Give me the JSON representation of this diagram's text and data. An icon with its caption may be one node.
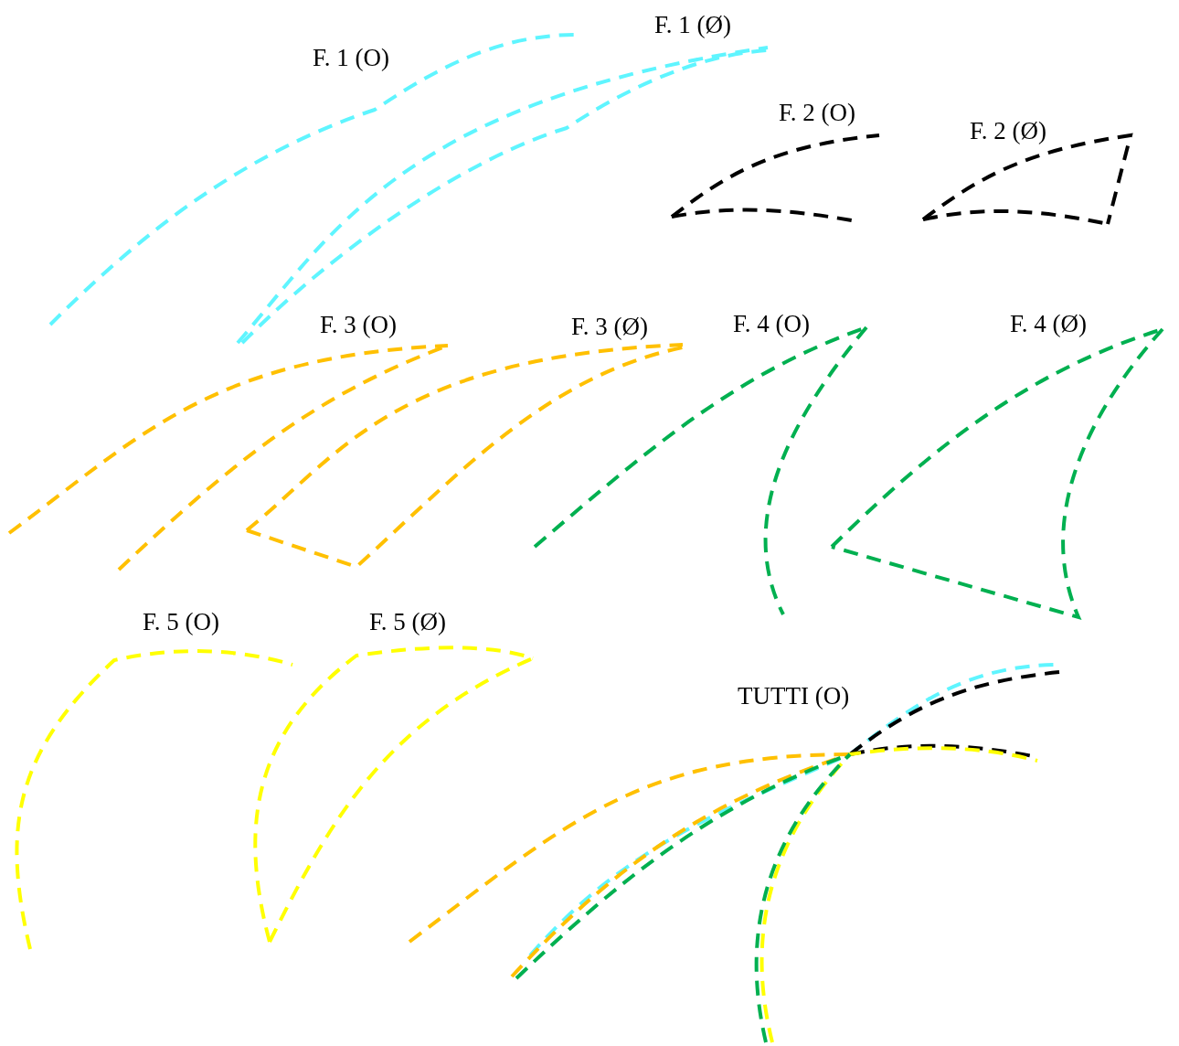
{
  "diagram": {
    "labels": [
      "F. 1 (O)",
      "F. 1 (Ø)",
      "F. 2 (O)",
      "F. 2 (Ø)",
      "F. 3 (O)",
      "F. 3 (Ø)",
      "F. 4 (O)",
      "F. 4 (Ø)",
      "F. 5 (O)",
      "F. 5 (Ø)",
      "TUTTI (O)"
    ]
  }
}
